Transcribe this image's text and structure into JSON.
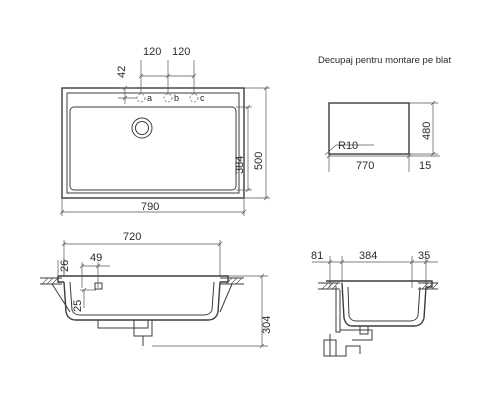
{
  "top_view": {
    "dim_width": "790",
    "dim_height": "500",
    "dim_bowl_height": "384",
    "dim_spacing_1": "120",
    "dim_spacing_2": "120",
    "dim_hole_offset": "42",
    "hole_a": "a",
    "hole_b": "b",
    "hole_c": "c"
  },
  "cutout": {
    "caption": "Decupaj pentru montare pe blat",
    "dim_width": "770",
    "dim_height": "480",
    "dim_margin": "15",
    "radius_label": "R10"
  },
  "front_section": {
    "dim_width": "720",
    "dim_rim": "26",
    "dim_hole_pos": "49",
    "dim_hole_drop": "25",
    "dim_depth": "304"
  },
  "side_section": {
    "dim_left": "81",
    "dim_bowl": "384",
    "dim_right": "35"
  }
}
